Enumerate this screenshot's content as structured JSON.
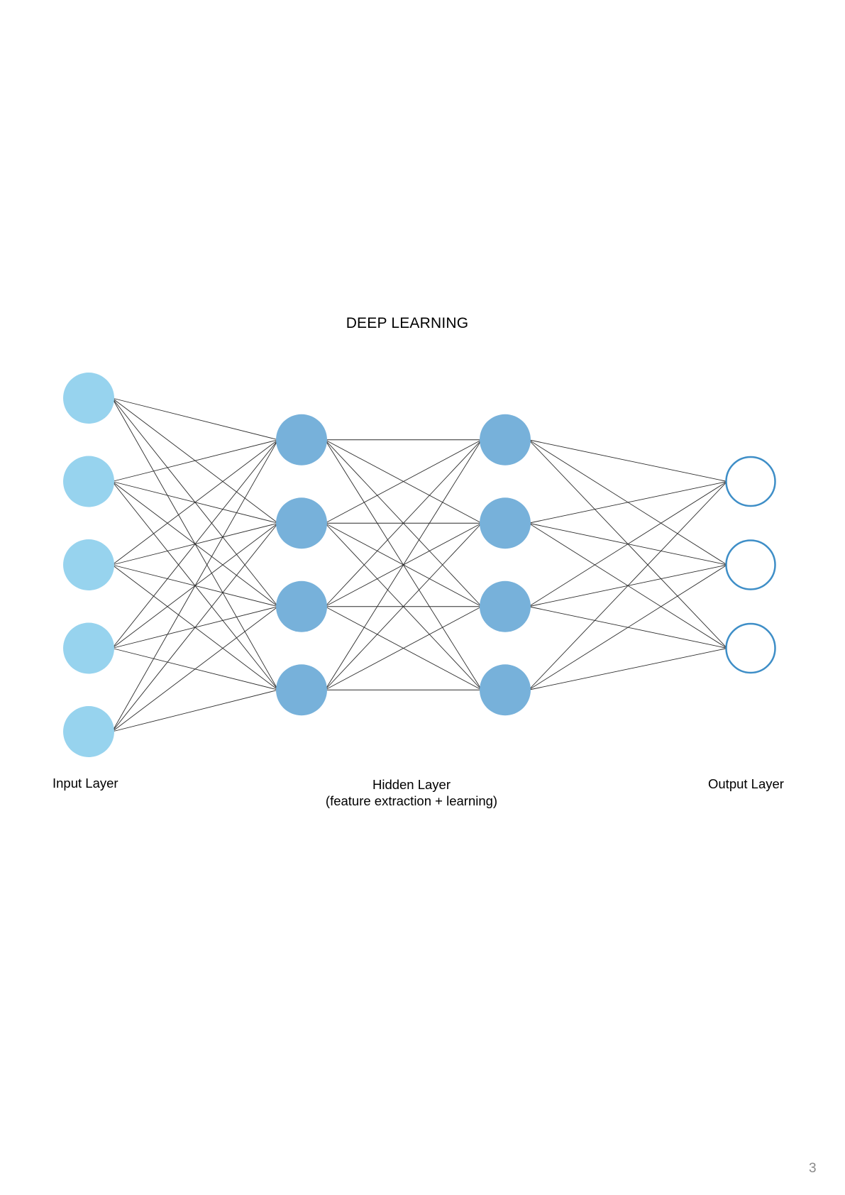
{
  "title": "DEEP LEARNING",
  "labels": {
    "input": "Input Layer",
    "hidden_line1": "Hidden Layer",
    "hidden_line2": "(feature extraction + learning)",
    "output": "Output Layer"
  },
  "page_number": "3",
  "network": {
    "layers": [
      {
        "role": "input",
        "nodes": 5,
        "fill": "#97d3ee",
        "style": "filled"
      },
      {
        "role": "hidden",
        "nodes": 4,
        "fill": "#77b1da",
        "style": "filled"
      },
      {
        "role": "hidden",
        "nodes": 4,
        "fill": "#77b1da",
        "style": "filled"
      },
      {
        "role": "output",
        "nodes": 3,
        "stroke": "#3e8ec7",
        "style": "outline"
      }
    ],
    "connections": "fully-connected",
    "edge_color": "#2a2a2a"
  }
}
